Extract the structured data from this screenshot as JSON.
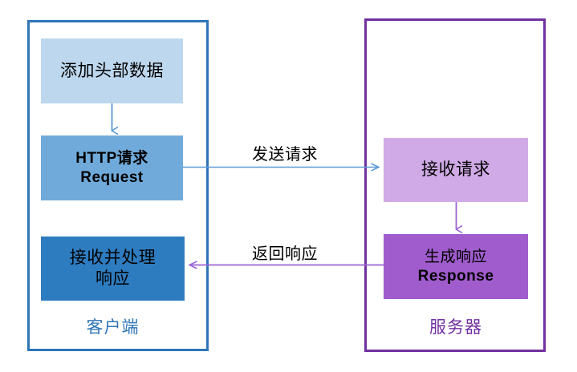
{
  "diagram": {
    "title_visible": false,
    "colors": {
      "client_border": "#2e75b6",
      "server_border": "#7030a0",
      "box_add_header": "#bdd7ee",
      "box_http_request": "#70aada",
      "box_receive_process": "#2e7cc0",
      "box_receive_request": "#d0aae6",
      "box_generate_response": "#a05ccd",
      "arrow_blue": "#5b9bd5",
      "arrow_purple": "#9a63d6",
      "text_dark": "#000000"
    },
    "client": {
      "caption": "客户端",
      "boxes": [
        {
          "id": "add-header",
          "line1": "添加头部数据",
          "line2": ""
        },
        {
          "id": "http-request",
          "line1": "HTTP请求",
          "line2": "Request"
        },
        {
          "id": "receive-process",
          "line1": "接收并处理",
          "line2": "响应"
        }
      ]
    },
    "server": {
      "caption": "服务器",
      "boxes": [
        {
          "id": "receive-request",
          "line1": "接收请求",
          "line2": ""
        },
        {
          "id": "generate-response",
          "line1": "生成响应",
          "line2": "Response"
        }
      ]
    },
    "connectors": [
      {
        "id": "client-down",
        "label": "",
        "direction": "down",
        "color": "#5b9bd5"
      },
      {
        "id": "send-request",
        "label": "发送请求",
        "direction": "right",
        "color": "#5b9bd5"
      },
      {
        "id": "server-down",
        "label": "",
        "direction": "down",
        "color": "#9a63d6"
      },
      {
        "id": "return-response",
        "label": "返回响应",
        "direction": "left",
        "color": "#9a63d6"
      }
    ]
  }
}
